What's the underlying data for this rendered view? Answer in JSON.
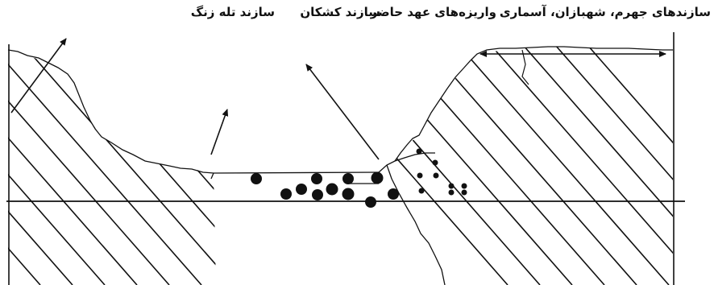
{
  "labels": {
    "jahrom_shahbazan_asmari": "سازندهای جهرم، شهبازان، آسماری",
    "recent_alluvium": "واریزه‌های عهد حاضر",
    "kashkan": "سازند کشکان",
    "tale_zang": "سازند تله زنگ"
  },
  "colors": {
    "ink": "#111111",
    "background": "#ffffff"
  }
}
